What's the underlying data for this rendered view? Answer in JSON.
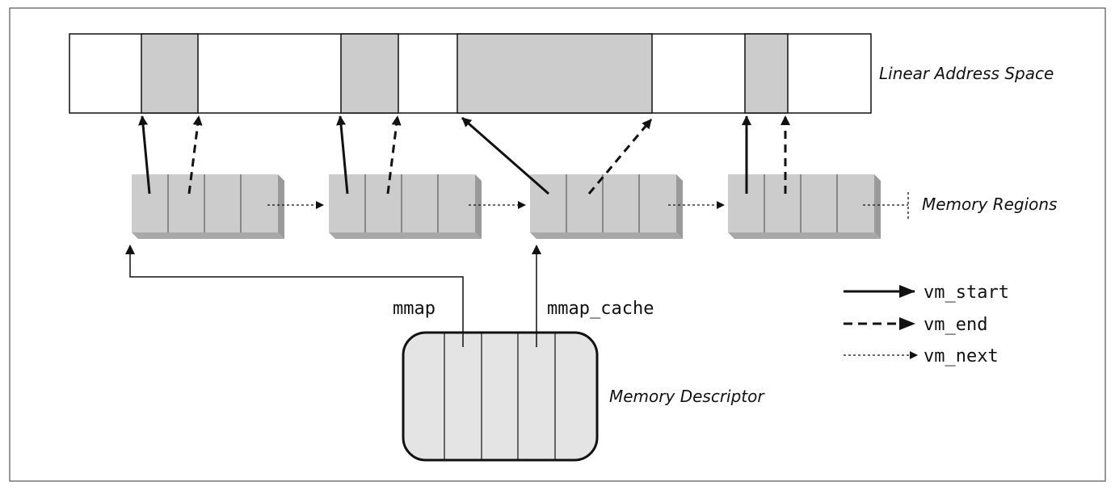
{
  "labels": {
    "linear_address_space": "Linear Address Space",
    "memory_regions": "Memory Regions",
    "memory_descriptor": "Memory Descriptor",
    "mmap": "mmap",
    "mmap_cache": "mmap_cache"
  },
  "legend": {
    "vm_start": "vm_start",
    "vm_end": "vm_end",
    "vm_next": "vm_next"
  },
  "colors": {
    "region_fill": "#cccccc",
    "descriptor_fill": "#e4e4e4",
    "stroke": "#111111"
  }
}
